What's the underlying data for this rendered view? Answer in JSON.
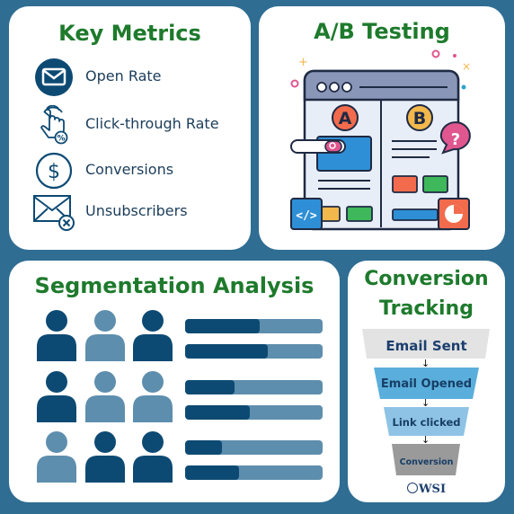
{
  "key_metrics": {
    "title": "Key Metrics",
    "items": [
      {
        "label": "Open Rate",
        "icon": "envelope-icon"
      },
      {
        "label": "Click-through Rate",
        "icon": "hand-click-icon"
      },
      {
        "label": "Conversions",
        "icon": "dollar-icon"
      },
      {
        "label": "Unsubscribers",
        "icon": "envelope-x-icon"
      }
    ]
  },
  "ab_testing": {
    "title": "A/B Testing",
    "variant_a": "A",
    "variant_b": "B",
    "question_mark": "?"
  },
  "segmentation": {
    "title": "Segmentation Analysis",
    "groups": [
      {
        "bars": [
          0.54,
          0.6
        ]
      },
      {
        "bars": [
          0.36,
          0.47
        ]
      },
      {
        "bars": [
          0.27,
          0.39
        ]
      }
    ]
  },
  "conversion_tracking": {
    "title_line1": "Conversion",
    "title_line2": "Tracking",
    "stages": [
      {
        "label": "Email Sent"
      },
      {
        "label": "Email Opened"
      },
      {
        "label": "Link clicked"
      },
      {
        "label": "Conversion"
      }
    ],
    "arrow_glyph": "↓",
    "brand": "WSI"
  },
  "colors": {
    "background": "#2f6d93",
    "title_green": "#1e7a2c",
    "navy": "#0d4a73",
    "steel_blue": "#5e8ead"
  }
}
